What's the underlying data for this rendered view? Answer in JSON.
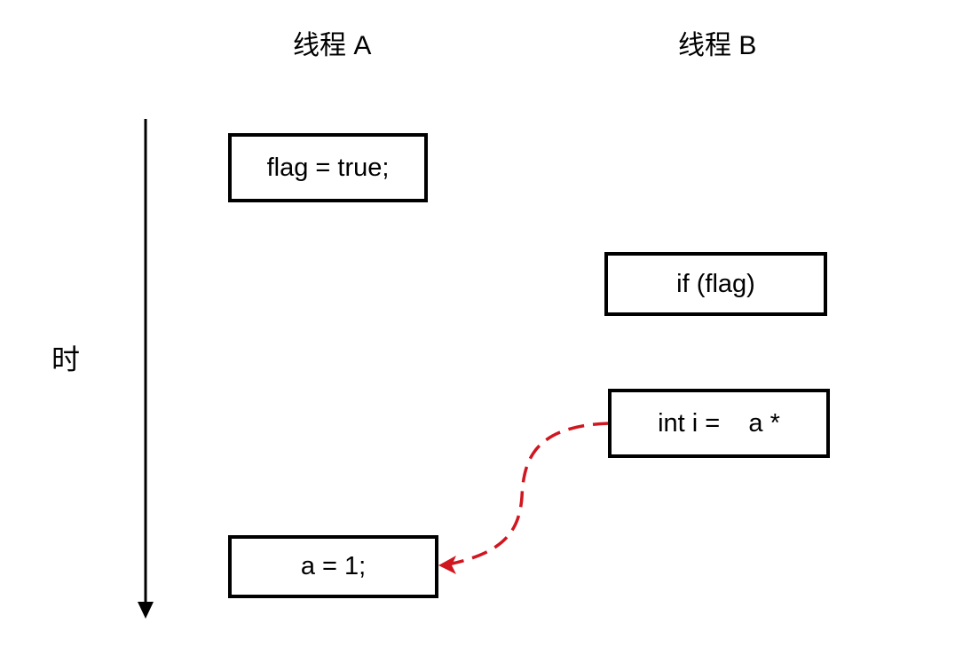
{
  "titles": {
    "thread_a": "线程 A",
    "thread_b": "线程 B"
  },
  "time_axis": {
    "label": "时",
    "direction": "down"
  },
  "thread_a": {
    "steps": [
      "flag = true;",
      "a = 1;"
    ]
  },
  "thread_b": {
    "steps": [
      "if (flag)",
      "int i =    a *"
    ]
  },
  "dependency_arrow": {
    "from": "int i =    a *",
    "to": "a = 1;",
    "style": "dashed-curve",
    "color": "#d0161f"
  },
  "colors": {
    "box_border": "#000000",
    "arrow": "#d0161f",
    "background": "#ffffff"
  }
}
